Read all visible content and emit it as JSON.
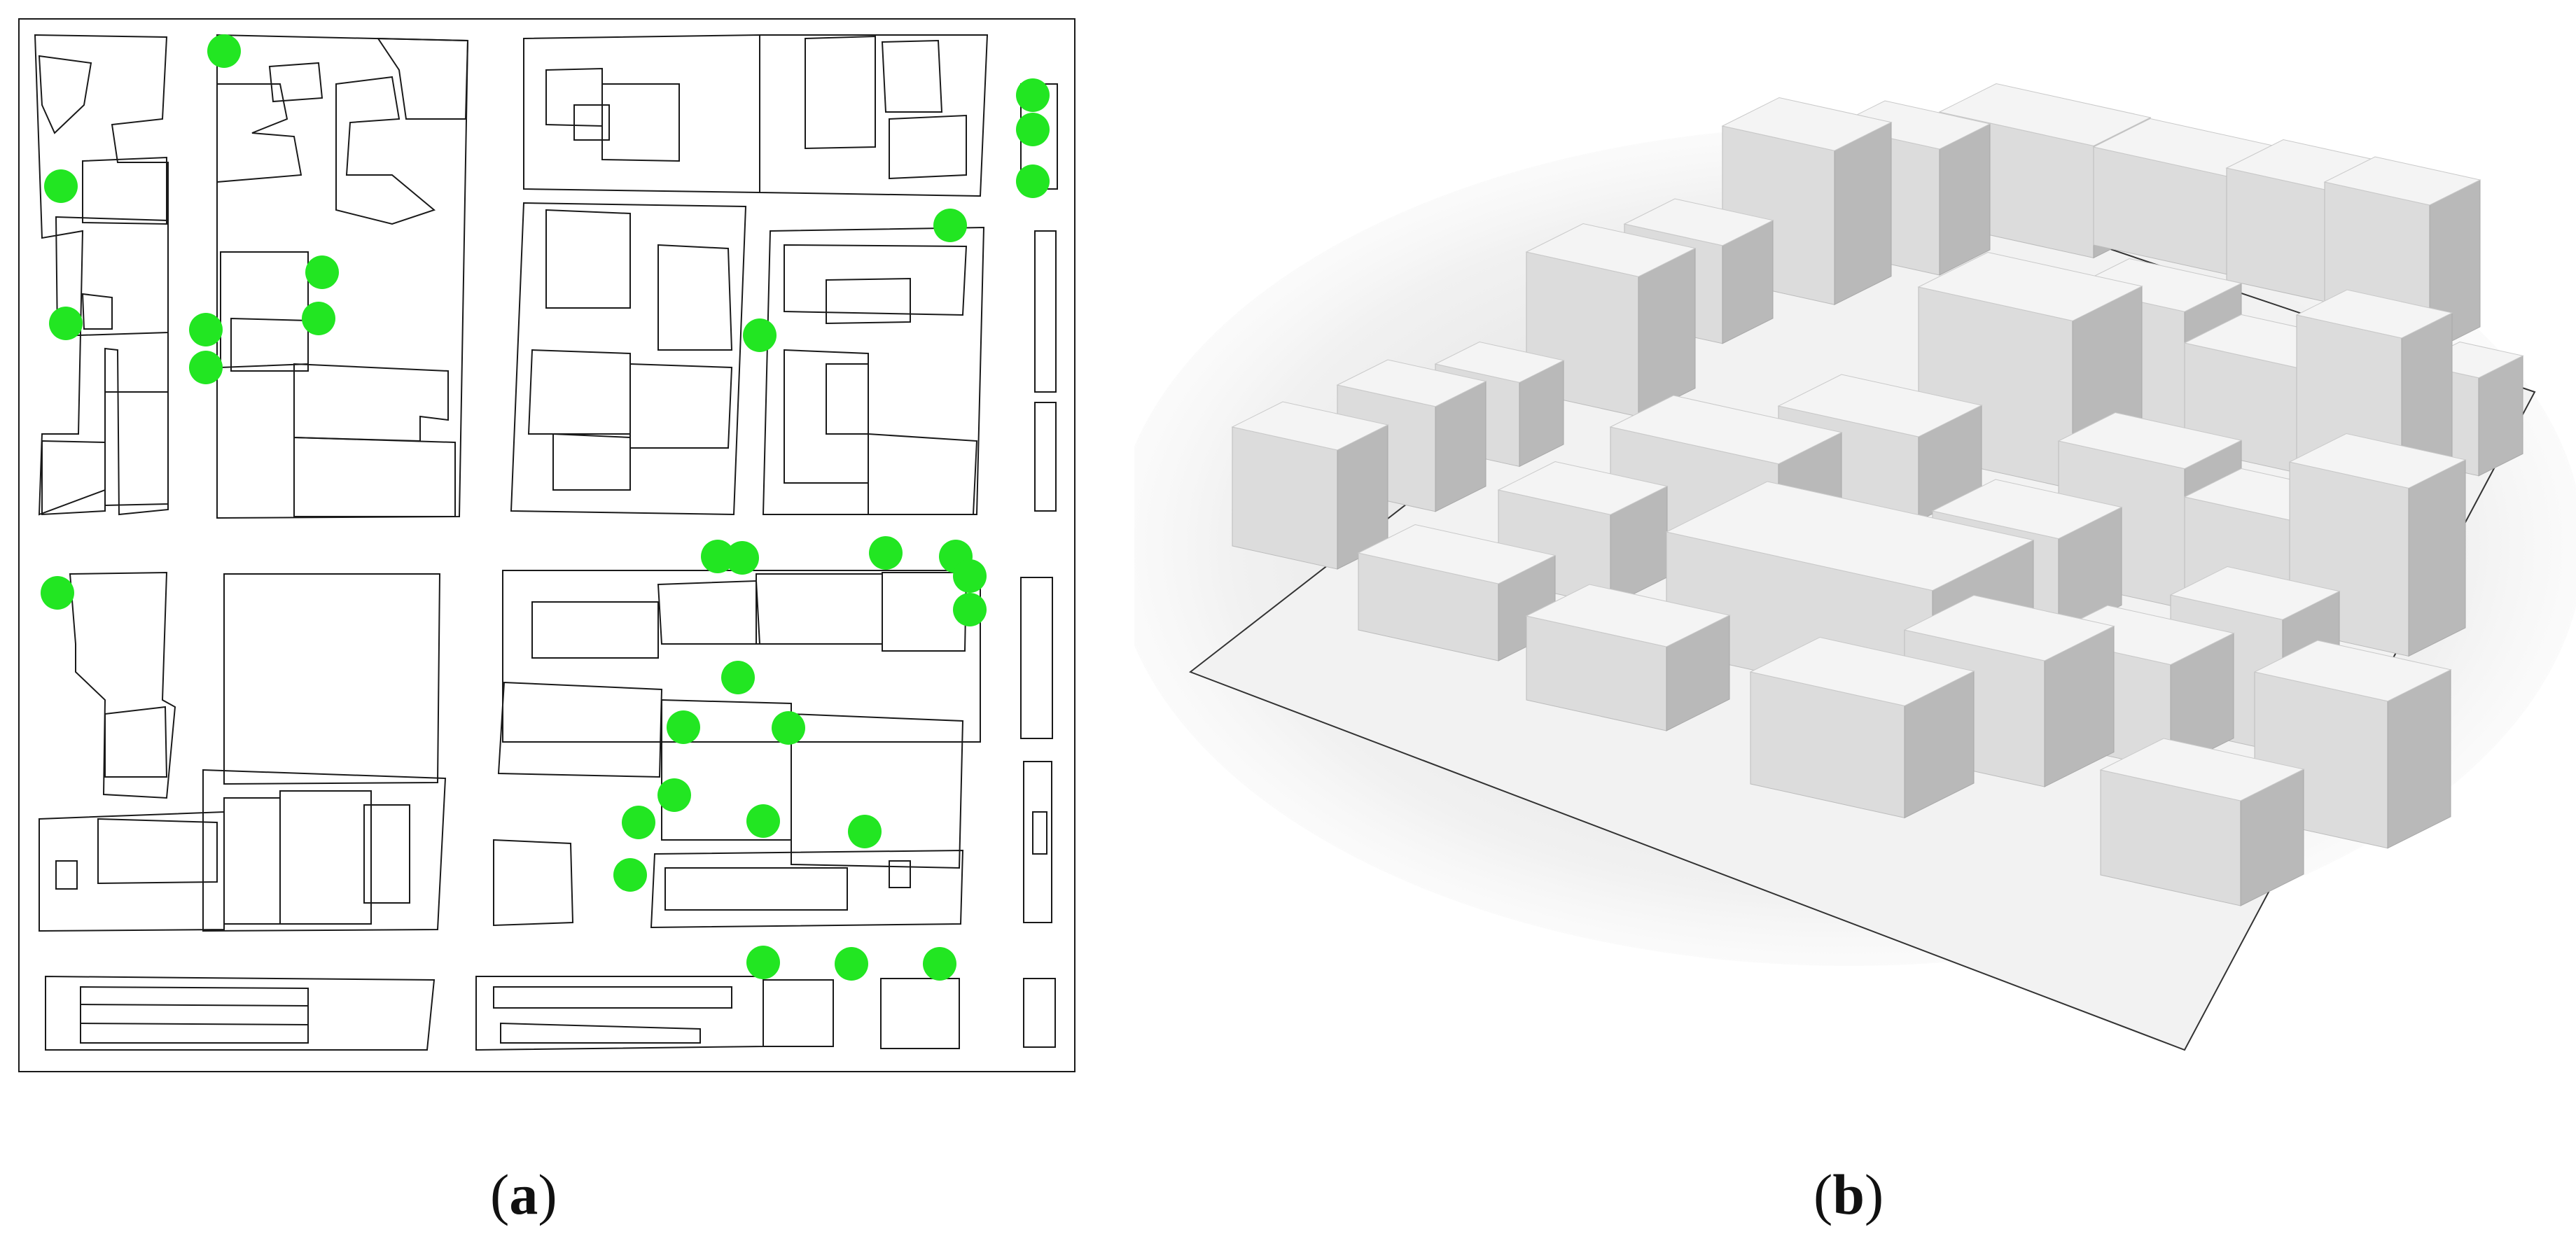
{
  "figure": {
    "panels": [
      {
        "id": "a",
        "caption_open": "(",
        "caption_letter": "a",
        "caption_close": ")"
      },
      {
        "id": "b",
        "caption_open": "(",
        "caption_letter": "b",
        "caption_close": ")"
      }
    ]
  },
  "colors": {
    "marker": "#22e622",
    "outline": "#1a1a1a",
    "massing_light": "#f4f4f4",
    "massing_mid": "#dcdcdc",
    "massing_dark": "#b9b9b9"
  }
}
